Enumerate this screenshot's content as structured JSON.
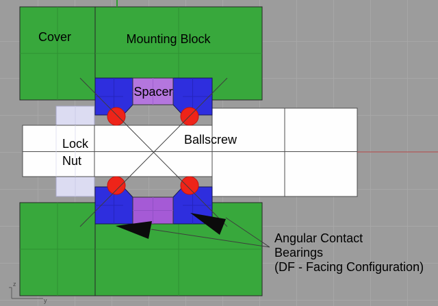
{
  "labels": {
    "cover": "Cover",
    "mounting_block": "Mounting Block",
    "spacer": "Spacer",
    "lock_nut_line1": "Lock",
    "lock_nut_line2": "Nut",
    "ballscrew": "Ballscrew"
  },
  "annotation": {
    "line1": "Angular Contact",
    "line2": "Bearings",
    "line3": "(DF - Facing Configuration)"
  },
  "axis_icon": {
    "vertical_label": "z",
    "horizontal_label": "y"
  },
  "colors": {
    "background": "#9c9c9c",
    "grid_line": "#a7a7a7",
    "block_green": "#38a83c",
    "bearing_blue": "#2e2ede",
    "spacer_purple_top": "#b476de",
    "spacer_purple_bottom": "#a55ad6",
    "lock_nut_lavender": "#dcdcf2",
    "ball_red": "#ee2419",
    "part_white": "#fefefe",
    "axis_green": "#2f9e2f",
    "axis_red": "#b04040",
    "line_dark": "#3d3d3d",
    "text_black": "#000000"
  }
}
